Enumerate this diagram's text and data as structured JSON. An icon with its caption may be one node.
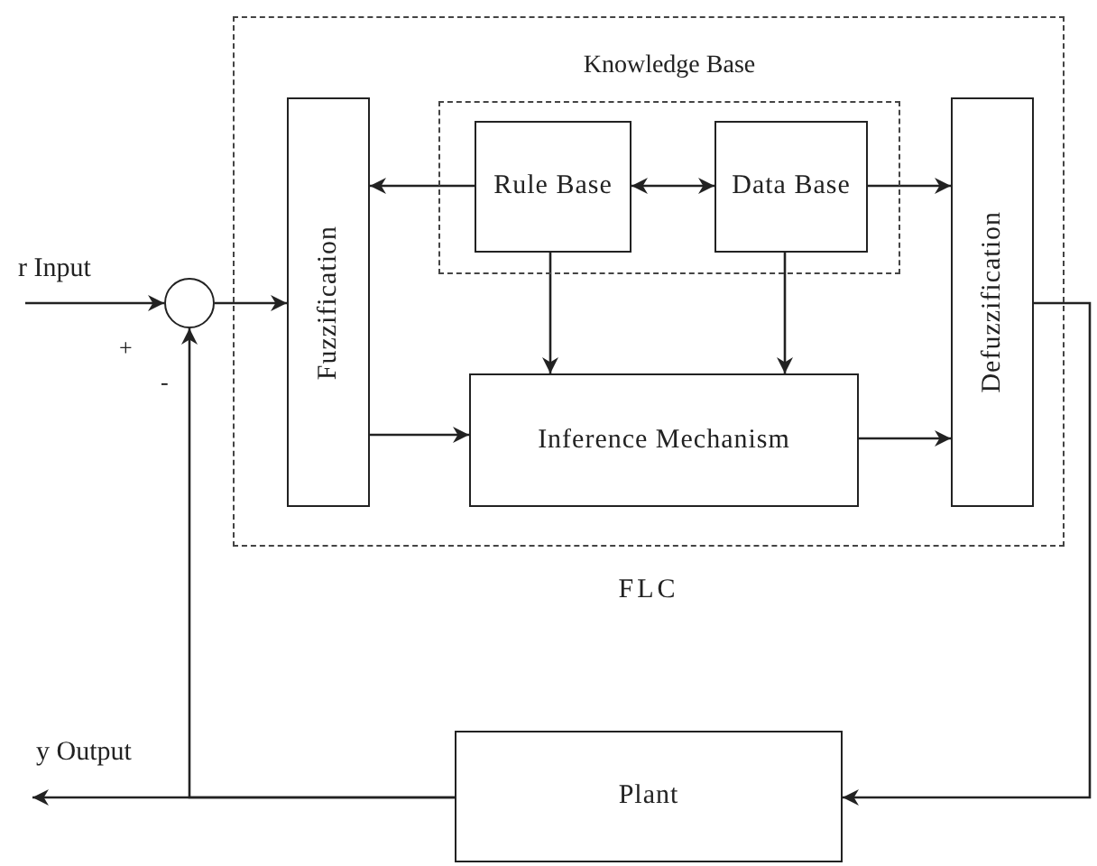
{
  "diagram": {
    "nodes": [
      {
        "text": [
          "FLC"
        ]
      },
      {
        "text": [
          "Knowledge Base"
        ],
        "in": 0
      },
      {
        "text": [
          "Rule Base"
        ],
        "in": 1
      },
      {
        "text": [
          "Data Base"
        ],
        "in": 1
      },
      {
        "text": [
          "Fuzzification"
        ],
        "in": 0
      },
      {
        "text": [
          "Inference Mechanism"
        ],
        "in": 0
      },
      {
        "text": [
          "Defuzzification"
        ],
        "in": 0
      },
      {
        "text": [],
        "shape": "circle"
      },
      {
        "text": [
          "Plant"
        ]
      }
    ],
    "edges": [
      {
        "from": null,
        "to": 7,
        "arrow": "to",
        "label": "r Input"
      },
      {
        "from": 7,
        "to": 4,
        "arrow": "to"
      },
      {
        "from": 2,
        "to": 4,
        "arrow": "to"
      },
      {
        "from": 2,
        "to": 3,
        "arrow": "both"
      },
      {
        "from": 3,
        "to": 6,
        "arrow": "to"
      },
      {
        "from": 2,
        "to": 5,
        "arrow": "to"
      },
      {
        "from": 3,
        "to": 5,
        "arrow": "to"
      },
      {
        "from": 4,
        "to": 5,
        "arrow": "to"
      },
      {
        "from": 5,
        "to": 6,
        "arrow": "to"
      },
      {
        "from": 6,
        "to": 8,
        "arrow": "to"
      },
      {
        "from": 8,
        "to": null,
        "arrow": "to",
        "label": "y Output"
      },
      {
        "from": 8,
        "to": 7,
        "arrow": "to"
      }
    ],
    "labels": [
      "+",
      "-"
    ]
  }
}
